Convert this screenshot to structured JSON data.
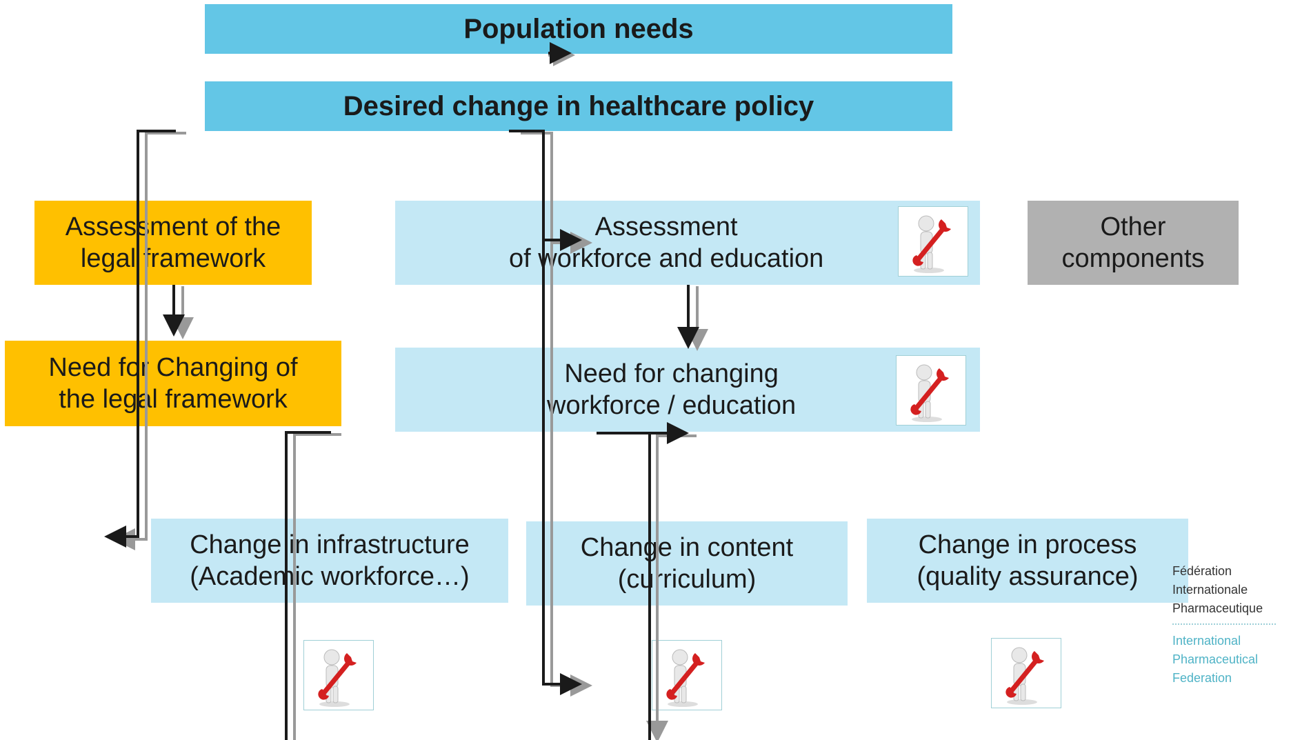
{
  "boxes": {
    "population_needs": "Population needs",
    "desired_change": "Desired change in healthcare policy",
    "assessment_legal": "Assessment of the\nlegal framework",
    "need_changing_legal": "Need for Changing of\nthe legal framework",
    "assessment_workforce": "Assessment\nof workforce and education",
    "other_components": "Other\ncomponents",
    "need_changing_workforce": "Need for changing\nworkforce / education",
    "change_infrastructure": "Change  in infrastructure\n(Academic workforce…)",
    "change_content": "Change in content\n(curriculum)",
    "change_process": "Change in process\n(quality assurance)"
  },
  "logo": {
    "fr_line1": "Fédération",
    "fr_line2": "Internationale",
    "fr_line3": "Pharmaceutique",
    "en_line1": "International",
    "en_line2": "Pharmaceutical",
    "en_line3": "Federation"
  },
  "colors": {
    "top_box": "#63c6e6",
    "orange_box": "#ffc000",
    "light_box": "#c4e8f5",
    "grey_box": "#b1b1b1",
    "arrow_black": "#1a1a1a",
    "arrow_grey": "#999999"
  },
  "icons": [
    "tool-figure-icon"
  ]
}
